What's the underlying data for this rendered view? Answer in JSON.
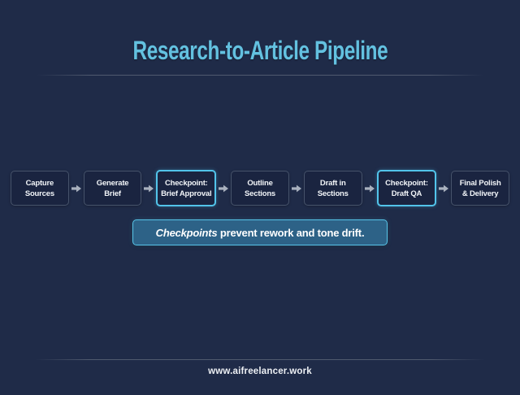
{
  "title": "Research-to-Article Pipeline",
  "pipeline": {
    "steps": [
      {
        "line1": "Capture",
        "line2": "Sources",
        "checkpoint": false
      },
      {
        "line1": "Generate",
        "line2": "Brief",
        "checkpoint": false
      },
      {
        "line1": "Checkpoint:",
        "line2": "Brief Approval",
        "checkpoint": true
      },
      {
        "line1": "Outline",
        "line2": "Sections",
        "checkpoint": false
      },
      {
        "line1": "Draft in",
        "line2": "Sections",
        "checkpoint": false
      },
      {
        "line1": "Checkpoint:",
        "line2": "Draft QA",
        "checkpoint": true
      },
      {
        "line1": "Final Polish",
        "line2": "& Delivery",
        "checkpoint": false
      }
    ]
  },
  "callout": {
    "emphasis": "Checkpoints",
    "rest": " prevent rework and tone drift."
  },
  "footer": {
    "url": "www.aifreelancer.work"
  },
  "colors": {
    "background": "#1f2b48",
    "title": "#63c1e0",
    "box_fill": "#1a2440",
    "box_border": "#46536b",
    "checkpoint_border": "#52c4ea",
    "callout_fill": "#2d6287",
    "callout_border": "#57c4e8",
    "arrow": "#a9b1be",
    "text": "#f2f5f8"
  }
}
